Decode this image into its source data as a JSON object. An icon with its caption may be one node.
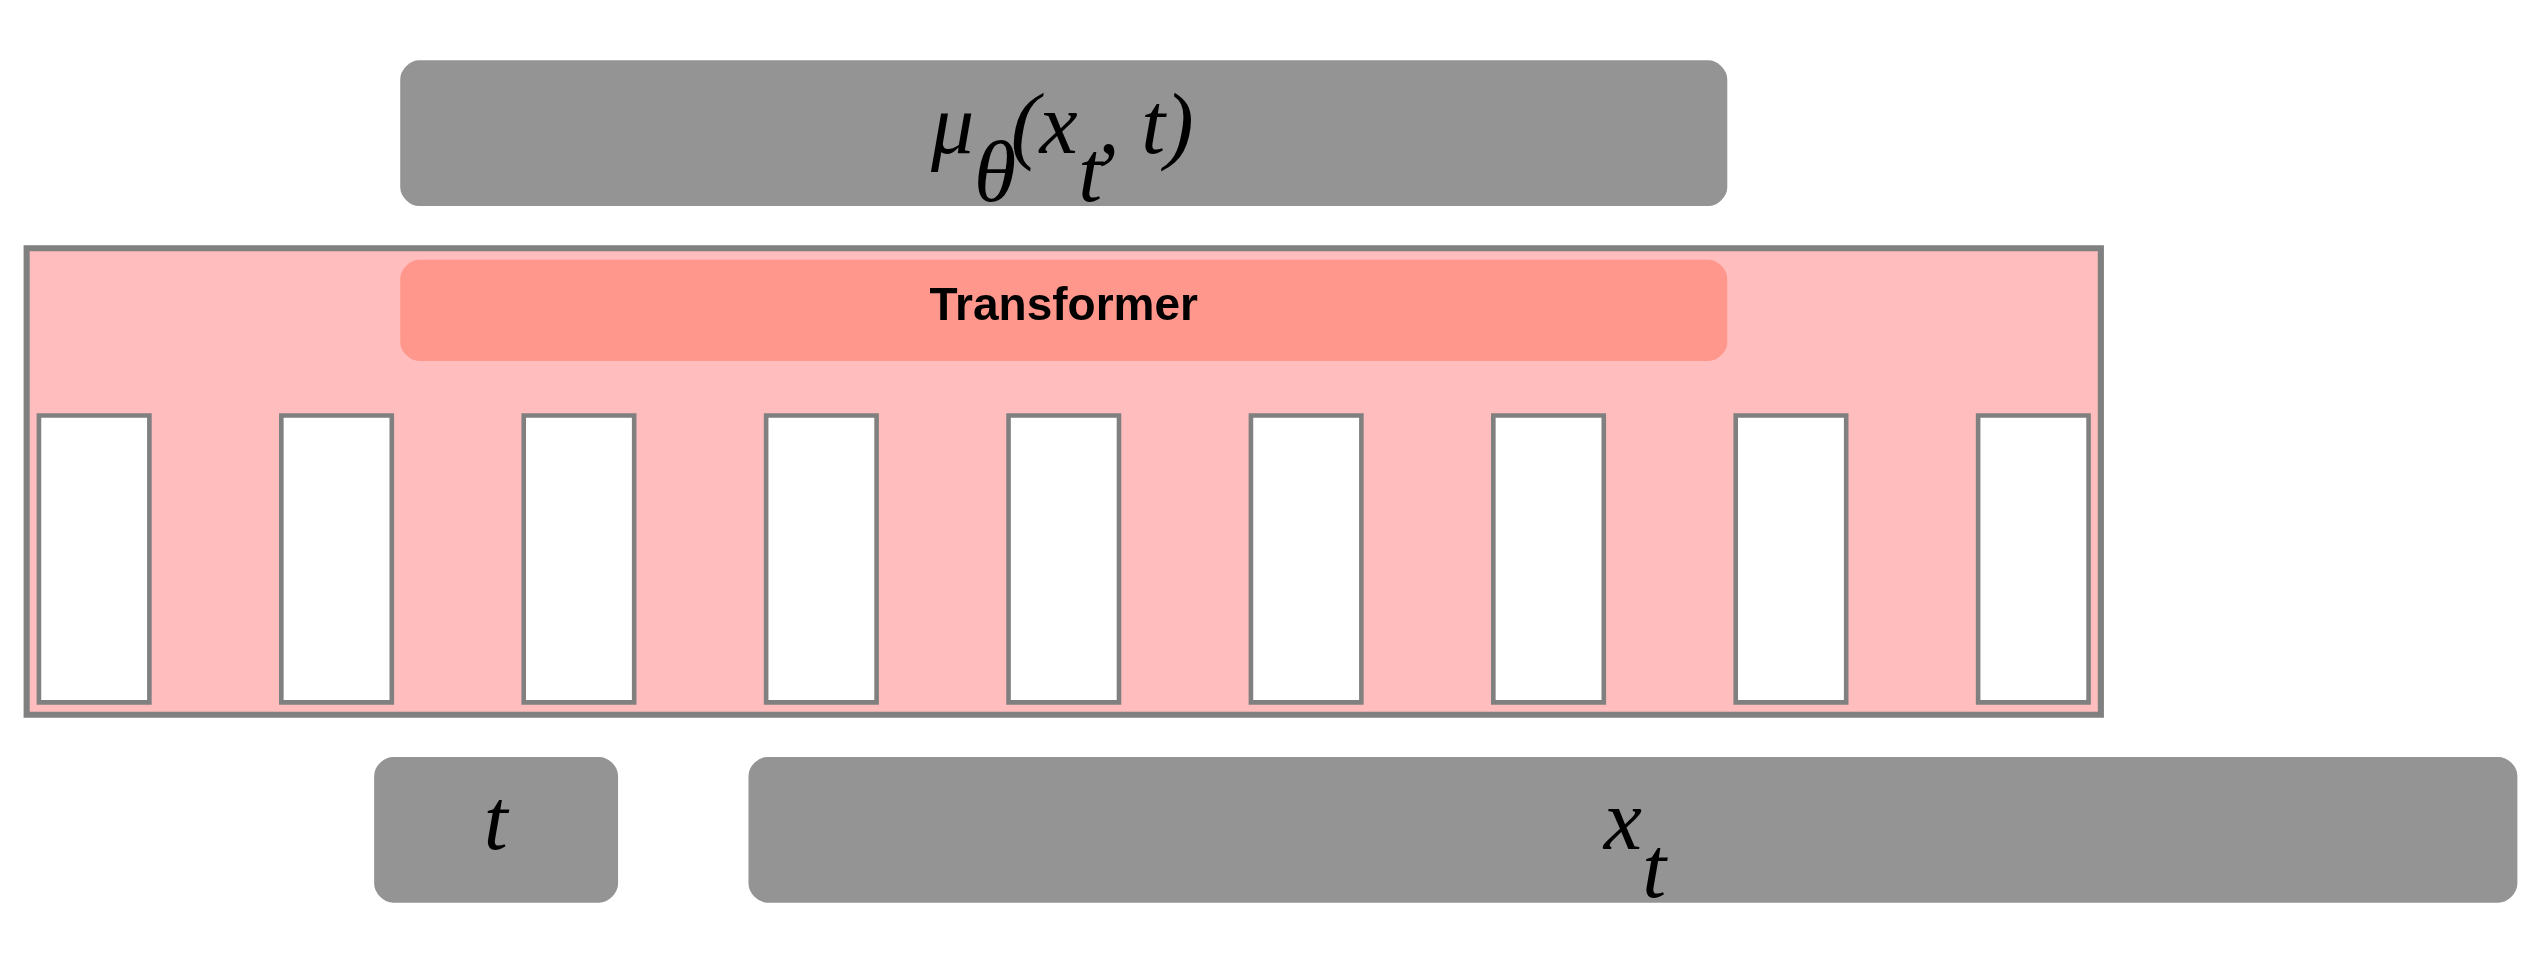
{
  "diagram": {
    "nodes": [
      {
        "text": [
          "μ$_{θ}$(x$_{t}$, t)"
        ]
      },
      {
        "text": [],
        "shape": "box"
      },
      {
        "text": [
          "Transformer"
        ],
        "in": 1
      },
      {
        "text": [],
        "shape": "box",
        "in": 1
      },
      {
        "text": [],
        "shape": "box",
        "in": 1
      },
      {
        "text": [],
        "shape": "box",
        "in": 1
      },
      {
        "text": [],
        "shape": "box",
        "in": 1
      },
      {
        "text": [],
        "shape": "box",
        "in": 1
      },
      {
        "text": [],
        "shape": "box",
        "in": 1
      },
      {
        "text": [],
        "shape": "box",
        "in": 1
      },
      {
        "text": [],
        "shape": "box",
        "in": 1
      },
      {
        "text": [],
        "shape": "box",
        "in": 1
      },
      {
        "text": [
          "t"
        ]
      },
      {
        "text": [
          "x$_{t}$"
        ]
      }
    ],
    "edges": []
  }
}
